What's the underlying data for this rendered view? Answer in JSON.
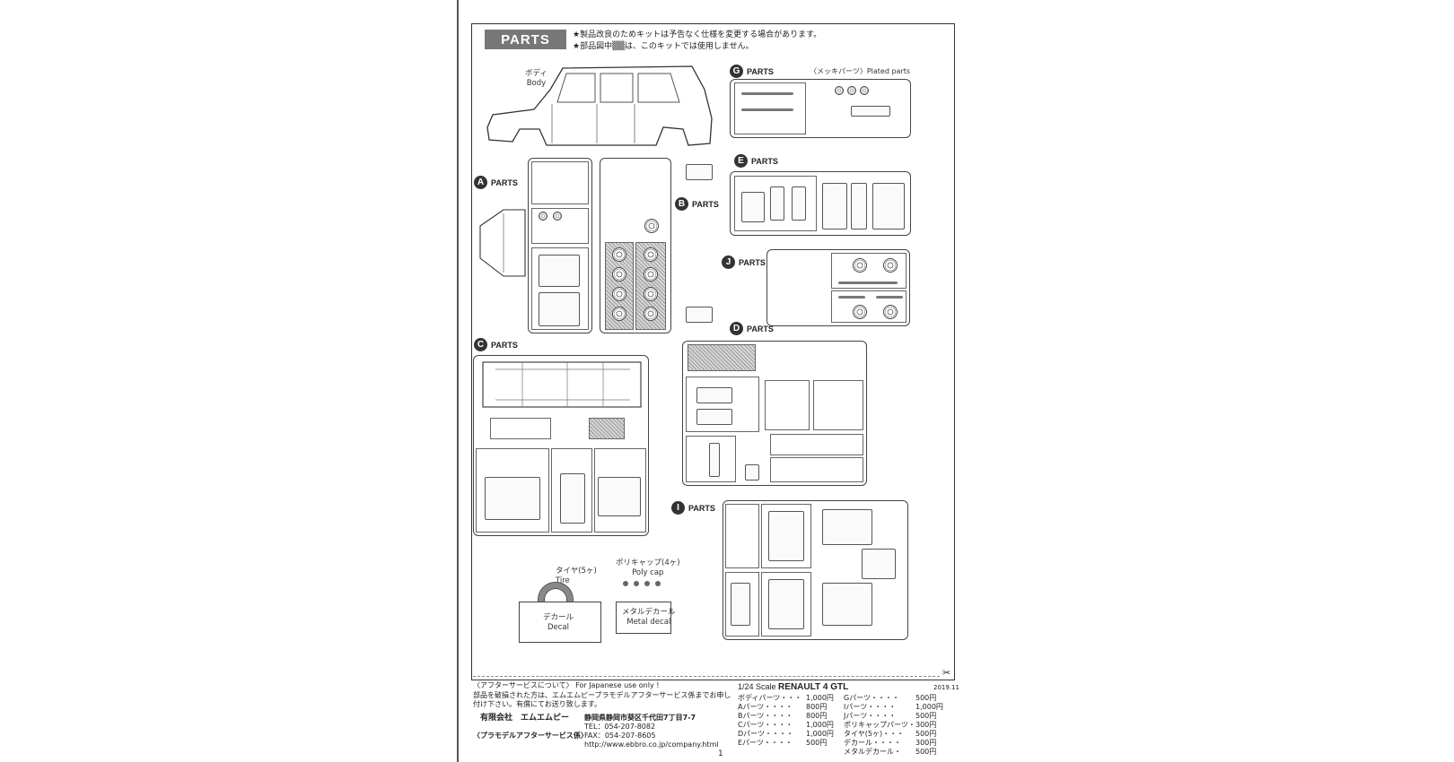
{
  "header": {
    "badge": "PARTS",
    "notice_1": "★製品改良のためキットは予告なく仕様を変更する場合があります。",
    "notice_2": "★部品図中▒▒は、このキットでは使用しません。"
  },
  "body_label": {
    "jp": "ボディ",
    "en": "Body"
  },
  "groups": {
    "A": {
      "letter": "A",
      "label": "PARTS"
    },
    "B": {
      "letter": "B",
      "label": "PARTS"
    },
    "C": {
      "letter": "C",
      "label": "PARTS"
    },
    "D": {
      "letter": "D",
      "label": "PARTS"
    },
    "E": {
      "letter": "E",
      "label": "PARTS"
    },
    "G": {
      "letter": "G",
      "label": "PARTS",
      "plated": "〈メッキパーツ〉Plated parts"
    },
    "I": {
      "letter": "I",
      "label": "PARTS"
    },
    "J": {
      "letter": "J",
      "label": "PARTS"
    }
  },
  "accessories": {
    "tire_jp": "タイヤ(5ヶ)",
    "tire_en": "Tire",
    "polycap_jp": "ポリキャップ(4ヶ)",
    "polycap_en": "Poly cap",
    "decal_jp": "デカール",
    "decal_en": "Decal",
    "metal_jp": "メタルデカール",
    "metal_en": "Metal decal"
  },
  "footer": {
    "after_title": "〈アフターサービスについて〉",
    "after_note": "For Japanese use only !",
    "after_line1": "部品を破損された方は、エムエムピープラモデルアフターサービス係までお申し",
    "after_line2": "付け下さい。有償にてお送り致します。",
    "company": "有限会社　エムエムピー",
    "company_sub": "〈プラモデルアフターサービス係〉",
    "address": "静岡県静岡市葵区千代田7丁目7-7",
    "tel": "TEL：054-207-8082",
    "fax": "FAX：054-207-8605",
    "url": "http://www.ebbro.co.jp/company.html",
    "scale": "1/24 Scale",
    "model": "RENAULT 4 GTL",
    "date": "2019.11",
    "prices_left": [
      {
        "name": "ボディパーツ・・・",
        "price": "1,000円"
      },
      {
        "name": "Aパーツ・・・・",
        "price": "800円"
      },
      {
        "name": "Bパーツ・・・・",
        "price": "800円"
      },
      {
        "name": "Cパーツ・・・・",
        "price": "1,000円"
      },
      {
        "name": "Dパーツ・・・・",
        "price": "1,000円"
      },
      {
        "name": "Eパーツ・・・・",
        "price": "500円"
      }
    ],
    "prices_right": [
      {
        "name": "Gパーツ・・・・",
        "price": "500円"
      },
      {
        "name": "Iパーツ・・・・",
        "price": "1,000円"
      },
      {
        "name": "Jパーツ・・・・",
        "price": "500円"
      },
      {
        "name": "ポリキャップパーツ・",
        "price": "300円"
      },
      {
        "name": "タイヤ(5ヶ)・・・",
        "price": "500円"
      },
      {
        "name": "デカール・・・・",
        "price": "300円"
      },
      {
        "name": "メタルデカール・",
        "price": "500円"
      }
    ],
    "page": "1"
  }
}
